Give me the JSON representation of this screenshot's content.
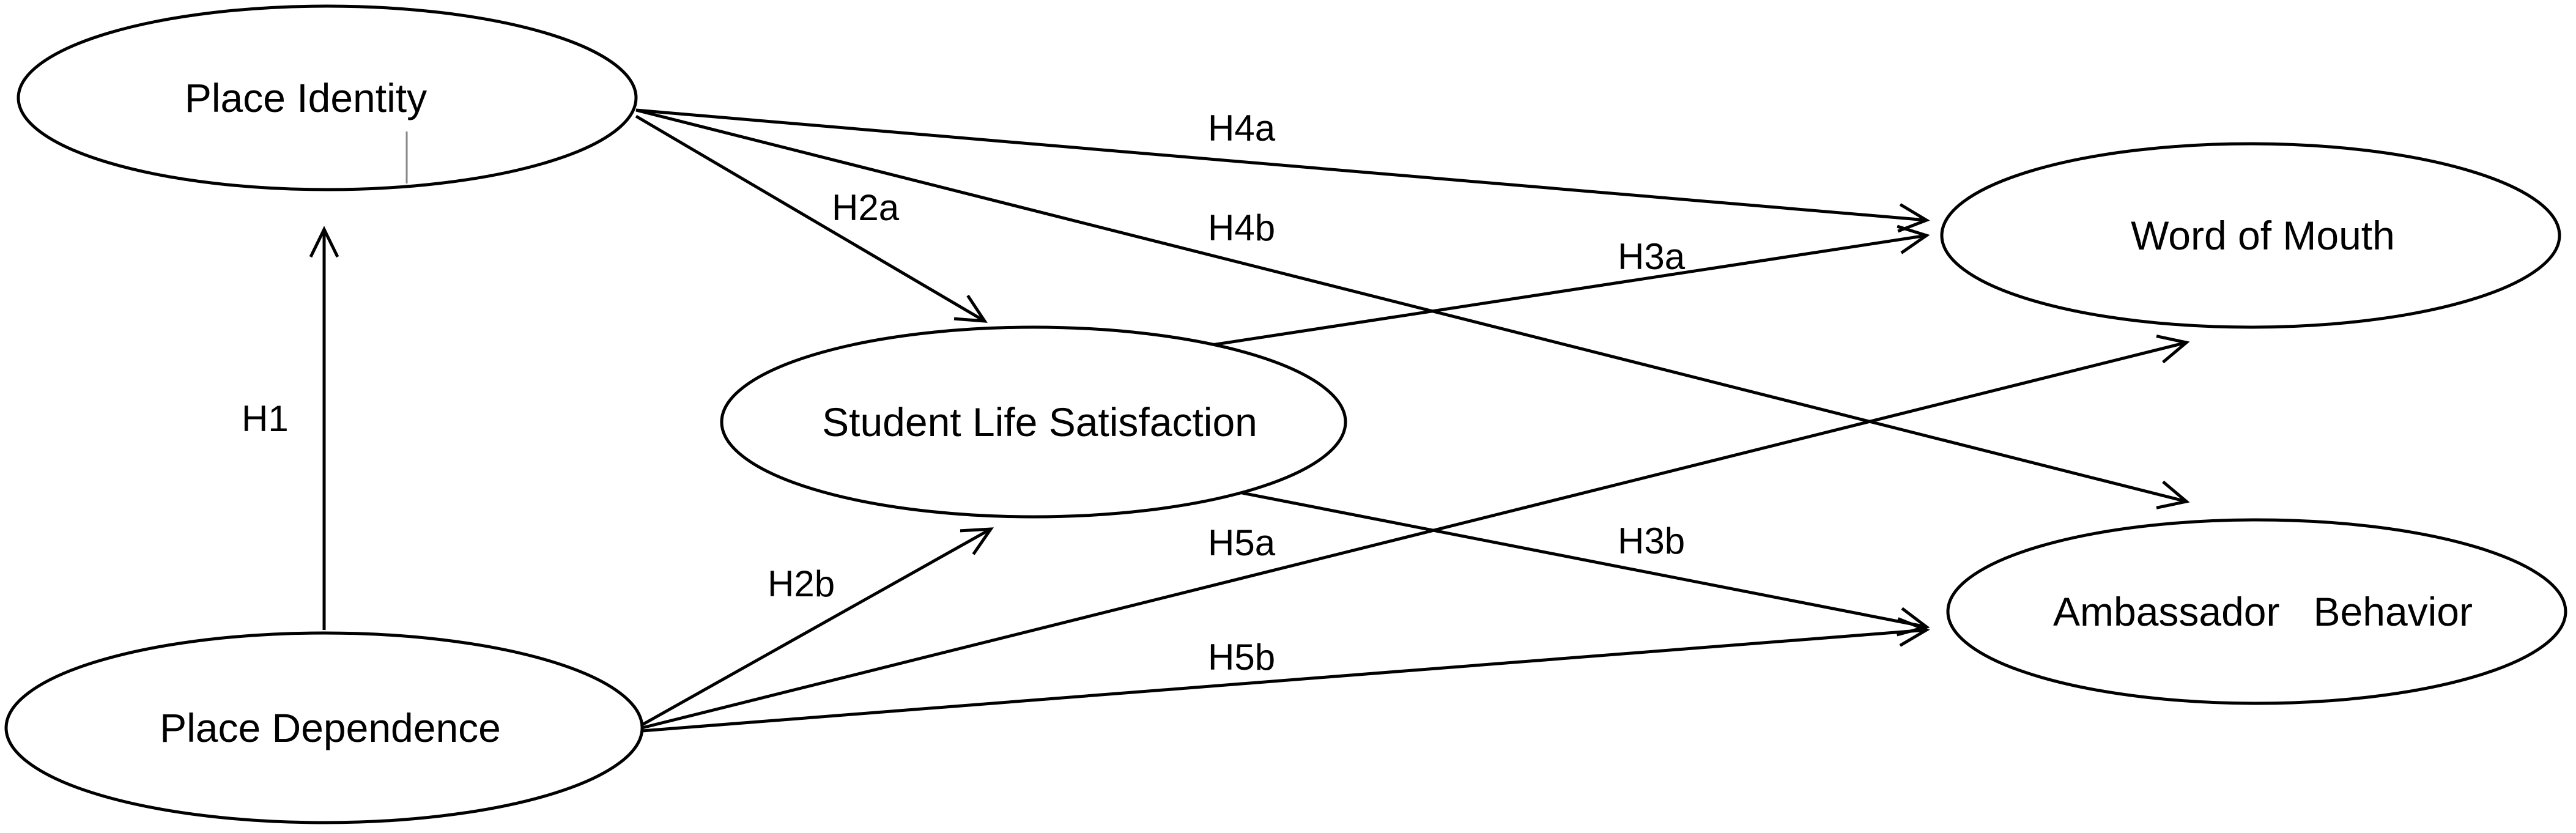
{
  "nodes": {
    "place_identity": "Place Identity",
    "place_dependence": "Place Dependence",
    "student_life_satisfaction": "Student Life Satisfaction",
    "word_of_mouth": "Word of Mouth",
    "ambassador_behavior": "Ambassador   Behavior"
  },
  "edges": [
    {
      "label": "H1",
      "from": "place_dependence",
      "to": "place_identity"
    },
    {
      "label": "H2a",
      "from": "place_identity",
      "to": "student_life_satisfaction"
    },
    {
      "label": "H2b",
      "from": "place_dependence",
      "to": "student_life_satisfaction"
    },
    {
      "label": "H3a",
      "from": "student_life_satisfaction",
      "to": "word_of_mouth"
    },
    {
      "label": "H3b",
      "from": "student_life_satisfaction",
      "to": "ambassador_behavior"
    },
    {
      "label": "H4a",
      "from": "place_identity",
      "to": "word_of_mouth"
    },
    {
      "label": "H4b",
      "from": "place_identity",
      "to": "ambassador_behavior"
    },
    {
      "label": "H5a",
      "from": "place_dependence",
      "to": "word_of_mouth"
    },
    {
      "label": "H5b",
      "from": "place_dependence",
      "to": "ambassador_behavior"
    }
  ],
  "colors": {
    "stroke": "#000000",
    "background": "#ffffff"
  }
}
